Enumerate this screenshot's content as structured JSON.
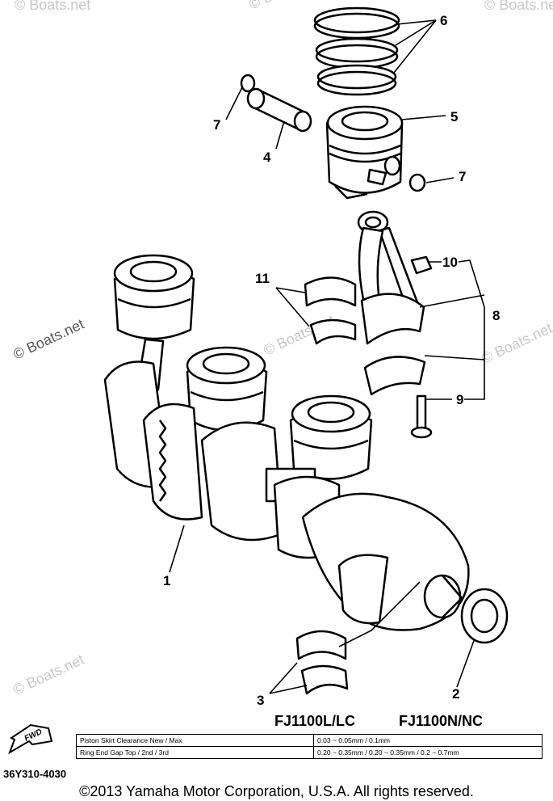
{
  "watermarks": [
    "© Boats.net",
    "© Boats.net",
    "© Boats.net",
    "© Boats.net",
    "© Boats.net",
    "© Boats.net",
    "© Boats.net"
  ],
  "callouts": [
    "1",
    "2",
    "3",
    "4",
    "5",
    "6",
    "7",
    "7",
    "8",
    "9",
    "10",
    "11"
  ],
  "models": {
    "left": "FJ1100L/LC",
    "right": "FJ1100N/NC"
  },
  "fwd_label": "FWD",
  "spec_table": [
    {
      "label": "Piston Skirt Clearance New / Max",
      "value": "0.03 ~ 0.05mm / 0.1mm"
    },
    {
      "label": "Ring End Gap Top / 2nd / 3rd",
      "value": "0.20 ~ 0.35mm / 0.20 ~ 0.35mm / 0.2 ~ 0.7mm"
    }
  ],
  "doc_id": "36Y310-4030",
  "copyright": "©2013 Yamaha Motor Corporation, U.S.A. All rights reserved."
}
